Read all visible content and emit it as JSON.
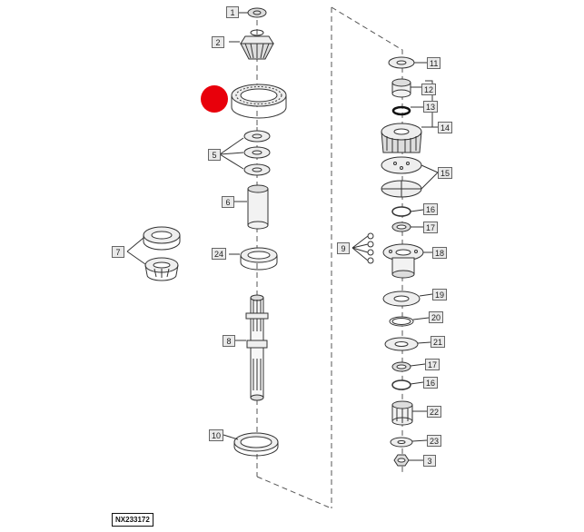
{
  "figure_id": "NX233172",
  "marker_color": "#e8000b",
  "callouts": {
    "c1": "1",
    "c2": "2",
    "c5": "5",
    "c6": "6",
    "c7": "7",
    "c8": "8",
    "c10": "10",
    "c24": "24",
    "c9": "9",
    "c11": "11",
    "c12": "12",
    "c13": "13",
    "c14": "14",
    "c15": "15",
    "c16a": "16",
    "c17a": "17",
    "c18": "18",
    "c19": "19",
    "c20": "20",
    "c21": "21",
    "c17b": "17",
    "c16b": "16",
    "c22": "22",
    "c23": "23",
    "c3": "3"
  }
}
